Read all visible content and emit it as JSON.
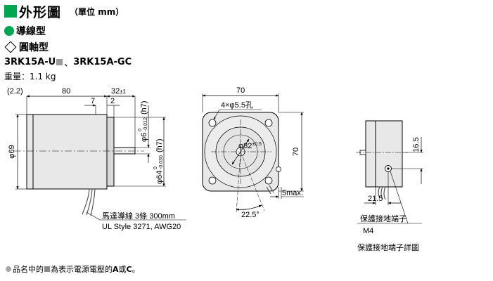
{
  "header": {
    "title": "外形圖",
    "subtitle": "（單位 mm）",
    "accent_color": "#00a651"
  },
  "wire_type": "導線型",
  "shaft_type": "圓軸型",
  "models": {
    "part1": "3RK15A-U",
    "sep": "、",
    "part2": "3RK15A-GC"
  },
  "weight": "重量：1.1 kg",
  "side_view": {
    "dim_top_left": "(2.2)",
    "dim_body_length": "80",
    "dim_shaft_length": "32",
    "dim_shaft_tol": "±1",
    "dim_7": "7",
    "dim_2": "2",
    "dim_shaft_dia": "φ6",
    "dim_shaft_dia_tol_upper": "0",
    "dim_shaft_dia_tol_lower": "-0.012",
    "dim_shaft_dia_fit": "(h7)",
    "dim_pilot_dia": "φ64",
    "dim_pilot_tol_upper": "0",
    "dim_pilot_tol_lower": "-0.030",
    "dim_pilot_fit": "(h7)",
    "dim_body_dia": "φ69",
    "lead_label_1": "馬達導線 3條 300mm",
    "lead_label_2": "UL Style 3271, AWG20"
  },
  "front_view": {
    "dim_width": "70",
    "dim_holes": "4×φ5.5孔",
    "dim_pcd": "φ82",
    "dim_pcd_tol": "±0.5",
    "dim_height": "70",
    "dim_5max": "5max.",
    "dim_angle": "22.5°"
  },
  "terminal_view": {
    "dim_16_5": "16.5",
    "dim_21_5": "21.5",
    "label_terminal": "保護接地端子",
    "label_m4": "M4",
    "caption": "保護接地端子詳圖"
  },
  "footnote": {
    "p1": "品名中的",
    "p2": "為表示電源電壓的",
    "a": "A",
    "or": "或",
    "c": "C",
    "end": "。"
  }
}
